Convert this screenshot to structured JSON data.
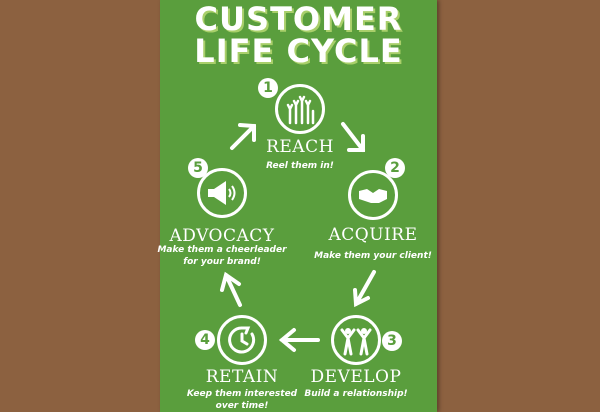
{
  "title": {
    "line1": "CUSTOMER",
    "line2": "LIFE CYCLE"
  },
  "stages": [
    {
      "number": "1",
      "name": "REACH",
      "subtitle": "Reel them in!",
      "icon": "raised-hands-icon"
    },
    {
      "number": "2",
      "name": "ACQUIRE",
      "subtitle": "Make them your client!",
      "icon": "handshake-icon"
    },
    {
      "number": "3",
      "name": "DEVELOP",
      "subtitle": "Build a relationship!",
      "icon": "people-icon"
    },
    {
      "number": "4",
      "name": "RETAIN",
      "subtitle": "Keep them interested over time!",
      "icon": "clock-icon"
    },
    {
      "number": "5",
      "name": "ADVOCACY",
      "subtitle": "Make them a cheerleader for your brand!",
      "icon": "megaphone-icon"
    }
  ],
  "colors": {
    "background": "#8c6140",
    "panel": "#5a9e3d",
    "text": "#ffffff"
  }
}
